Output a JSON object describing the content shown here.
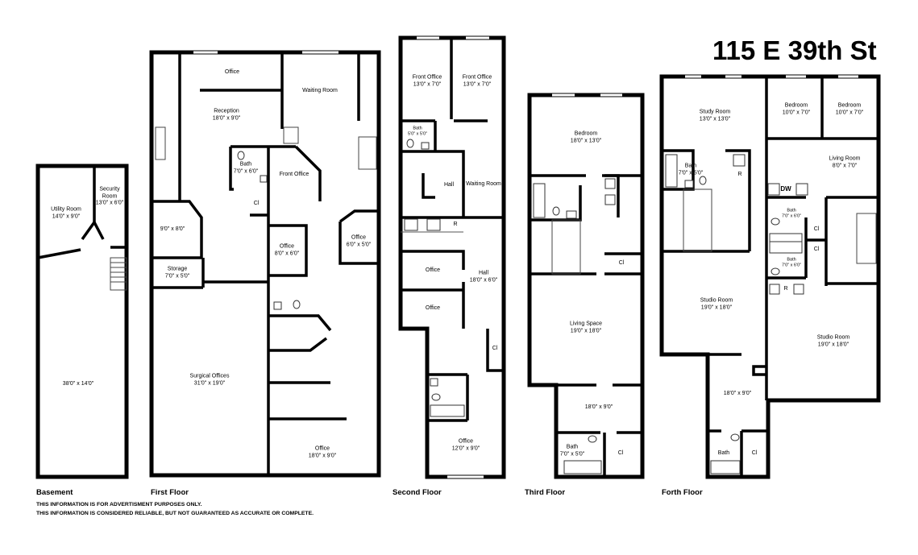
{
  "title": "115 E 39th St",
  "disclaimers": [
    "THIS INFORMATION IS FOR ADVERTISMENT PURPOSES ONLY.",
    "THIS INFORMATION IS CONSIDERED RELIABLE, BUT NOT GUARANTEED AS ACCURATE OR COMPLETE."
  ],
  "floors": {
    "basement": {
      "label": "Basement",
      "rooms": [
        {
          "name": "Utility Room",
          "dims": "14'0\" x 9'0\""
        },
        {
          "name": "Security Room",
          "dims": "13'0\" x 6'0\""
        },
        {
          "name": "",
          "dims": "38'0\" x 14'0\""
        }
      ]
    },
    "first": {
      "label": "First Floor",
      "rooms": [
        {
          "name": "Office",
          "dims": ""
        },
        {
          "name": "Waiting Room",
          "dims": ""
        },
        {
          "name": "Reception",
          "dims": "18'0\" x 9'0\""
        },
        {
          "name": "Bath",
          "dims": "7'0\" x 6'0\""
        },
        {
          "name": "Front Office",
          "dims": ""
        },
        {
          "name": "Cl",
          "dims": ""
        },
        {
          "name": "",
          "dims": "9'0\" x 8'0\""
        },
        {
          "name": "Office",
          "dims": "8'0\" x 6'0\""
        },
        {
          "name": "Office",
          "dims": "6'0\" x 5'0\""
        },
        {
          "name": "Storage",
          "dims": "7'0\" x 5'0\""
        },
        {
          "name": "Surgical Offices",
          "dims": "31'0\" x 19'0\""
        },
        {
          "name": "Office",
          "dims": "18'0\" x 9'0\""
        }
      ]
    },
    "second": {
      "label": "Second Floor",
      "rooms": [
        {
          "name": "Front Office",
          "dims": "13'0\" x 7'0\""
        },
        {
          "name": "Front Office",
          "dims": "13'0\" x 7'0\""
        },
        {
          "name": "Bath",
          "dims": "5'0\" x 5'0\""
        },
        {
          "name": "Hall",
          "dims": ""
        },
        {
          "name": "Waiting Room",
          "dims": ""
        },
        {
          "name": "R",
          "dims": ""
        },
        {
          "name": "Office",
          "dims": ""
        },
        {
          "name": "Hall",
          "dims": "18'0\" x 6'0\""
        },
        {
          "name": "Office",
          "dims": ""
        },
        {
          "name": "Cl",
          "dims": ""
        },
        {
          "name": "Office",
          "dims": "12'0\" x 9'0\""
        }
      ]
    },
    "third": {
      "label": "Third Floor",
      "rooms": [
        {
          "name": "Bedroom",
          "dims": "18'0\" x 13'0\""
        },
        {
          "name": "Cl",
          "dims": ""
        },
        {
          "name": "Living Space",
          "dims": "19'0\" x 18'0\""
        },
        {
          "name": "",
          "dims": "18'0\" x 9'0\""
        },
        {
          "name": "Bath",
          "dims": "7'0\" x 5'0\""
        },
        {
          "name": "Cl",
          "dims": ""
        }
      ]
    },
    "fourth": {
      "label": "Forth Floor",
      "rooms": [
        {
          "name": "Study Room",
          "dims": "13'0\" x 13'0\""
        },
        {
          "name": "Bedroom",
          "dims": "10'0\" x 7'0\""
        },
        {
          "name": "Bedroom",
          "dims": "10'0\" x 7'0\""
        },
        {
          "name": "Bath",
          "dims": "7'0\" x 5'0\""
        },
        {
          "name": "R",
          "dims": ""
        },
        {
          "name": "Living Room",
          "dims": "8'0\" x 7'0\""
        },
        {
          "name": "DW",
          "dims": ""
        },
        {
          "name": "Bath",
          "dims": "7'0\" x 6'0\""
        },
        {
          "name": "Cl",
          "dims": ""
        },
        {
          "name": "Cl",
          "dims": ""
        },
        {
          "name": "Bath",
          "dims": "7'0\" x 6'0\""
        },
        {
          "name": "R",
          "dims": ""
        },
        {
          "name": "Studio Room",
          "dims": "19'0\" x 18'0\""
        },
        {
          "name": "Studio Room",
          "dims": "19'0\" x 18'0\""
        },
        {
          "name": "",
          "dims": "18'0\" x 9'0\""
        },
        {
          "name": "Bath",
          "dims": ""
        },
        {
          "name": "Cl",
          "dims": ""
        }
      ]
    }
  }
}
